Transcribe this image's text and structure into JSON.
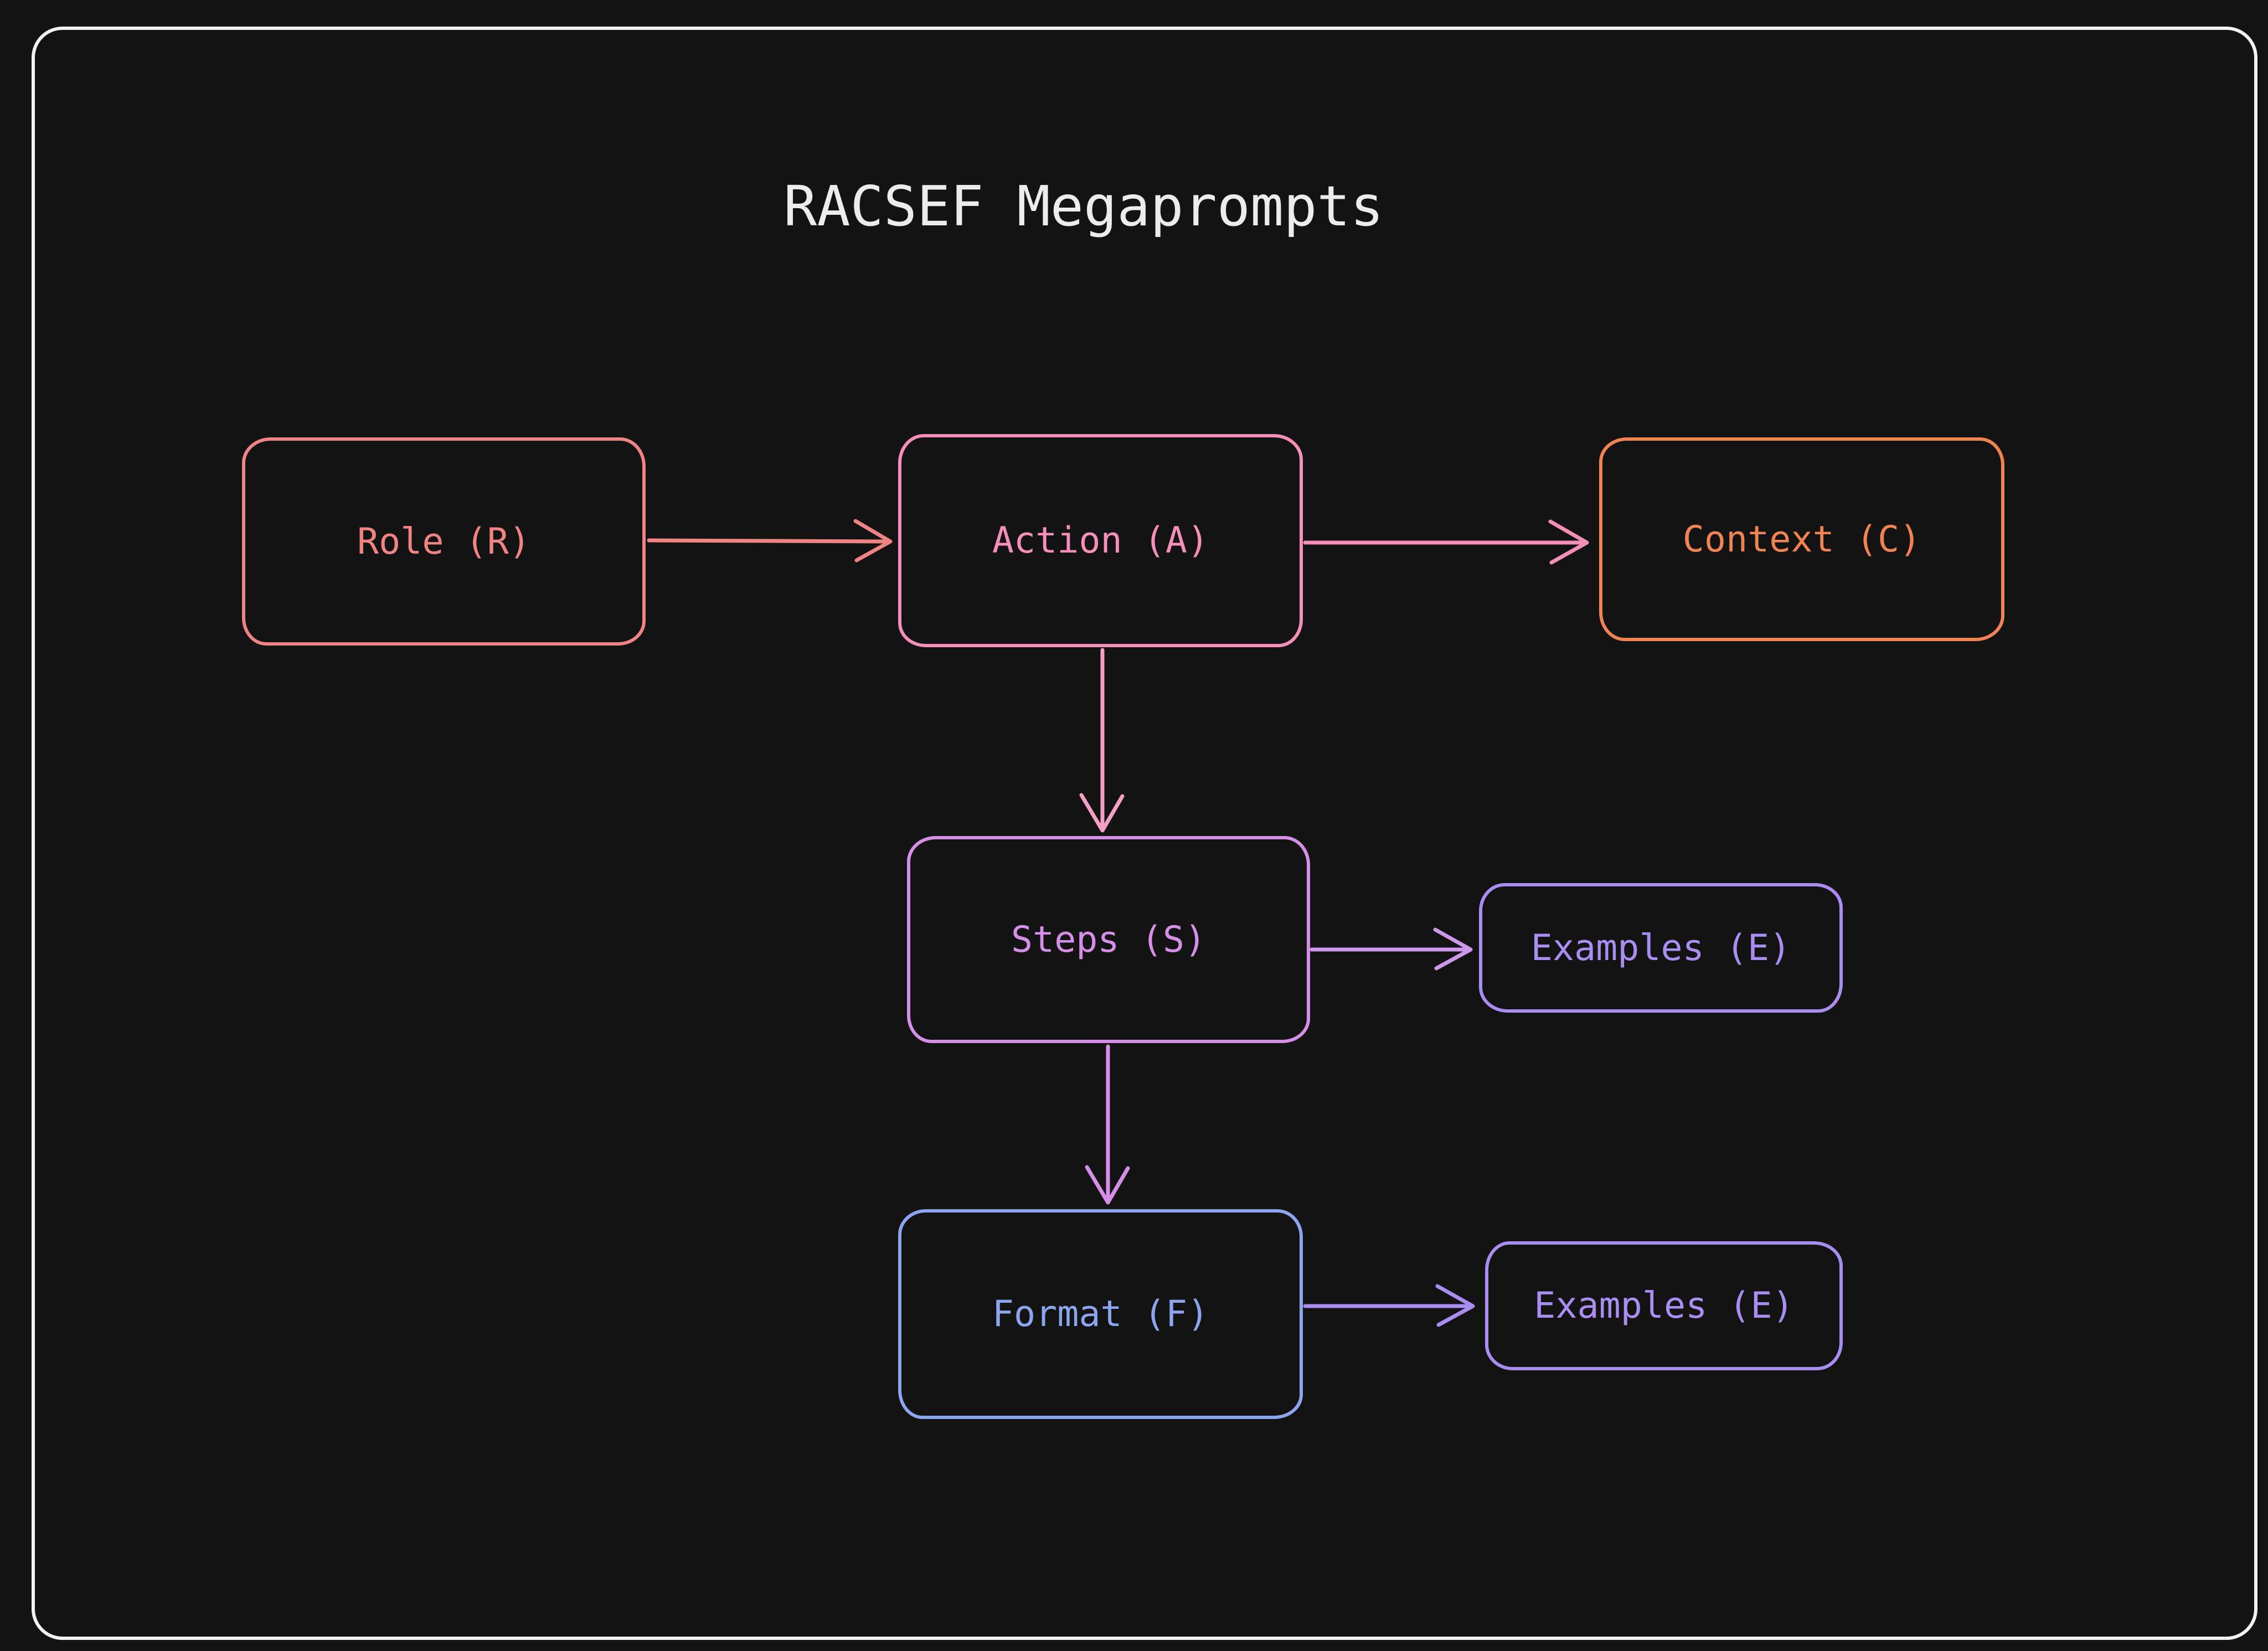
{
  "page": {
    "background": "#131313",
    "frame_color": "#f4f2ef"
  },
  "title": {
    "text": "RACSEF Megaprompts",
    "color": "#ececec"
  },
  "nodes": {
    "role": {
      "label": "Role (R)",
      "color": "#f08383"
    },
    "action": {
      "label": "Action (A)",
      "color": "#f48fb8"
    },
    "context": {
      "label": "Context (C)",
      "color": "#ef8351"
    },
    "steps": {
      "label": "Steps (S)",
      "color": "#d68fe6"
    },
    "examples_top": {
      "label": "Examples (E)",
      "color": "#a98df1"
    },
    "format": {
      "label": "Format (F)",
      "color": "#8ca5ee"
    },
    "examples_bottom": {
      "label": "Examples (E)",
      "color": "#a98df1"
    }
  },
  "edges": [
    {
      "name": "role-to-action",
      "from": "role",
      "to": "action",
      "color": "#f08383"
    },
    {
      "name": "action-to-context",
      "from": "action",
      "to": "context",
      "color": "#f48fb8"
    },
    {
      "name": "action-to-steps",
      "from": "action",
      "to": "steps",
      "color": "#f59fc6"
    },
    {
      "name": "steps-to-examples",
      "from": "steps",
      "to": "examples_top",
      "color": "#cf97ec"
    },
    {
      "name": "steps-to-format",
      "from": "steps",
      "to": "format",
      "color": "#d68fe6"
    },
    {
      "name": "format-to-examples",
      "from": "format",
      "to": "examples_bottom",
      "color": "#a98df1"
    }
  ]
}
